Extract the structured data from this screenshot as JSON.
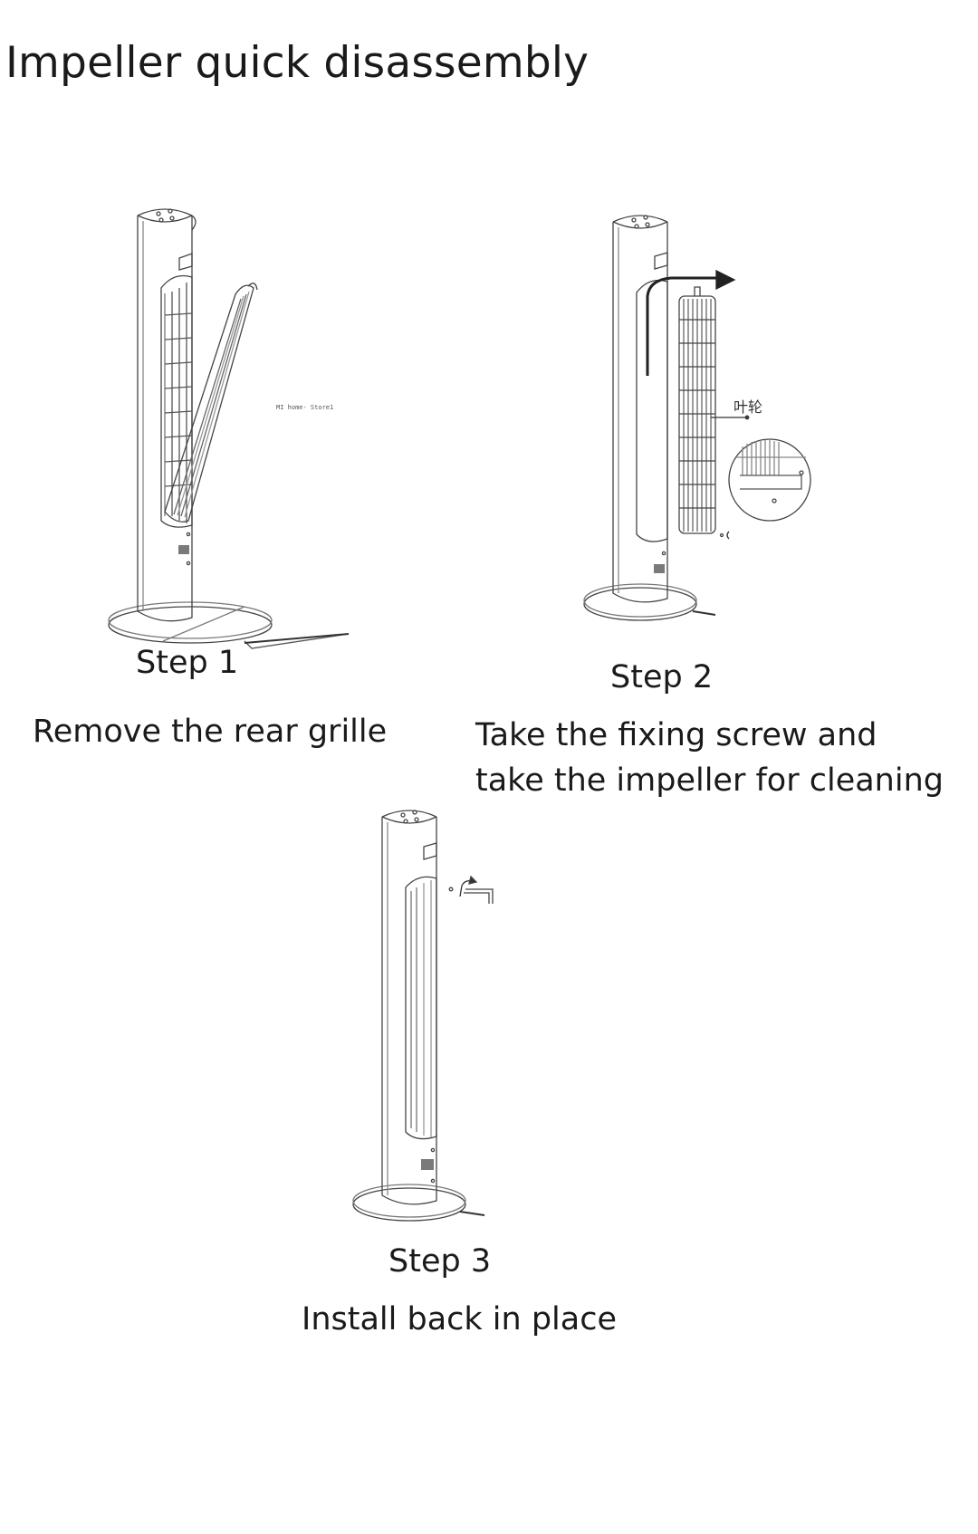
{
  "title": "Impeller quick disassembly",
  "steps": [
    {
      "label": "Step 1",
      "description": "Remove the rear grille"
    },
    {
      "label": "Step 2",
      "description": "Take the fixing screw and take the impeller for cleaning"
    },
    {
      "label": "Step 3",
      "description": "Install back in place"
    }
  ],
  "annotations": {
    "watermark": "MI home- Store1",
    "impeller_cn": "叶轮"
  },
  "illustrations": {
    "step1": "tower-fan-grille-open",
    "step2": "tower-fan-impeller-removed",
    "step3": "tower-fan-assembled"
  }
}
